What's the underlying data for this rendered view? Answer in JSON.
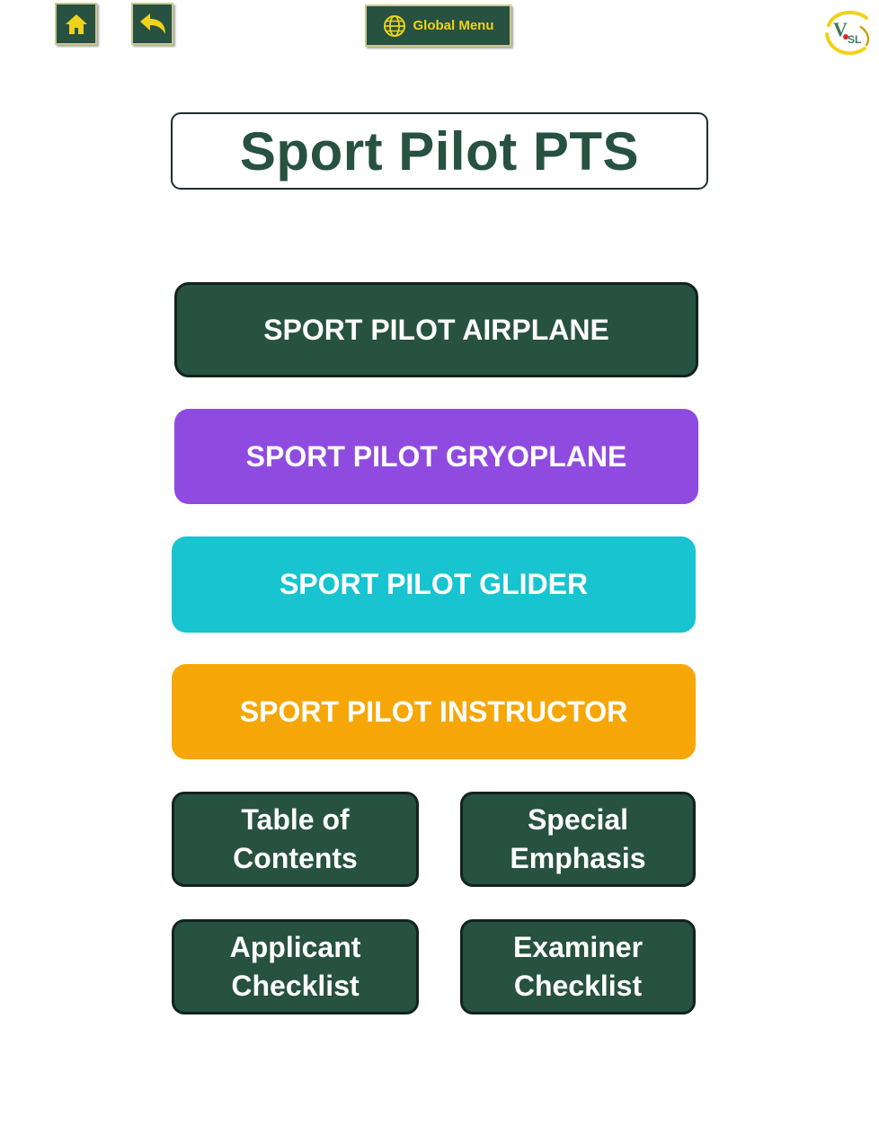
{
  "toolbar": {
    "home_icon": "home-icon",
    "back_icon": "back-arrow-icon",
    "global_menu_label": "Global Menu",
    "global_menu_icon": "globe-icon",
    "logo": {
      "icon": "vsl-logo",
      "letters": "V",
      "sub": "SL"
    }
  },
  "page": {
    "title": "Sport Pilot PTS"
  },
  "menu": {
    "airplane": "SPORT PILOT AIRPLANE",
    "gyroplane": "SPORT PILOT GRYOPLANE",
    "glider": "SPORT PILOT GLIDER",
    "instructor": "SPORT PILOT INSTRUCTOR"
  },
  "links": {
    "toc_line1": "Table of",
    "toc_line2": "Contents",
    "special_line1": "Special",
    "special_line2": "Emphasis",
    "applicant_line1": "Applicant",
    "applicant_line2": "Checklist",
    "examiner_line1": "Examiner",
    "examiner_line2": "Checklist"
  },
  "colors": {
    "dark_green": "#275140",
    "purple": "#8f4be0",
    "cyan": "#17c4cf",
    "orange": "#f6a707",
    "yellow_accent": "#f0d21a"
  }
}
